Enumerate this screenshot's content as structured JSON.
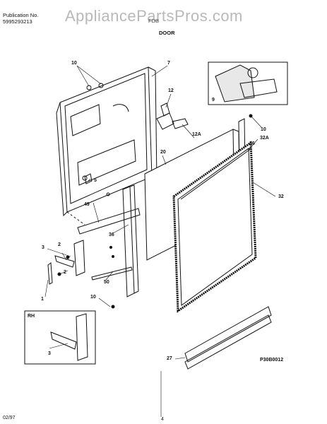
{
  "watermark": "AppliancePartsPros.com",
  "header": {
    "publication_label": "Publication No.",
    "publication_number": "5995293213",
    "model_obscured": "FDB",
    "section_title": "DOOR"
  },
  "footer": {
    "date": "02/97",
    "page": "4",
    "figure_code": "P30B0012"
  },
  "inset_rh_label": "RH",
  "callouts": {
    "c10_top": "10",
    "c7": "7",
    "c12": "12",
    "c9": "9",
    "c10_right": "10",
    "c12A": "12A",
    "c32A": "32A",
    "c36_right": "36",
    "c20": "20",
    "c5": "5",
    "c32": "32",
    "c49": "49",
    "c36_left": "36",
    "c3": "3",
    "c2_upper": "2",
    "c2_lower": "2",
    "c1": "1",
    "c50": "50",
    "c10_bottom": "10",
    "c3_inset": "3",
    "c27": "27"
  }
}
